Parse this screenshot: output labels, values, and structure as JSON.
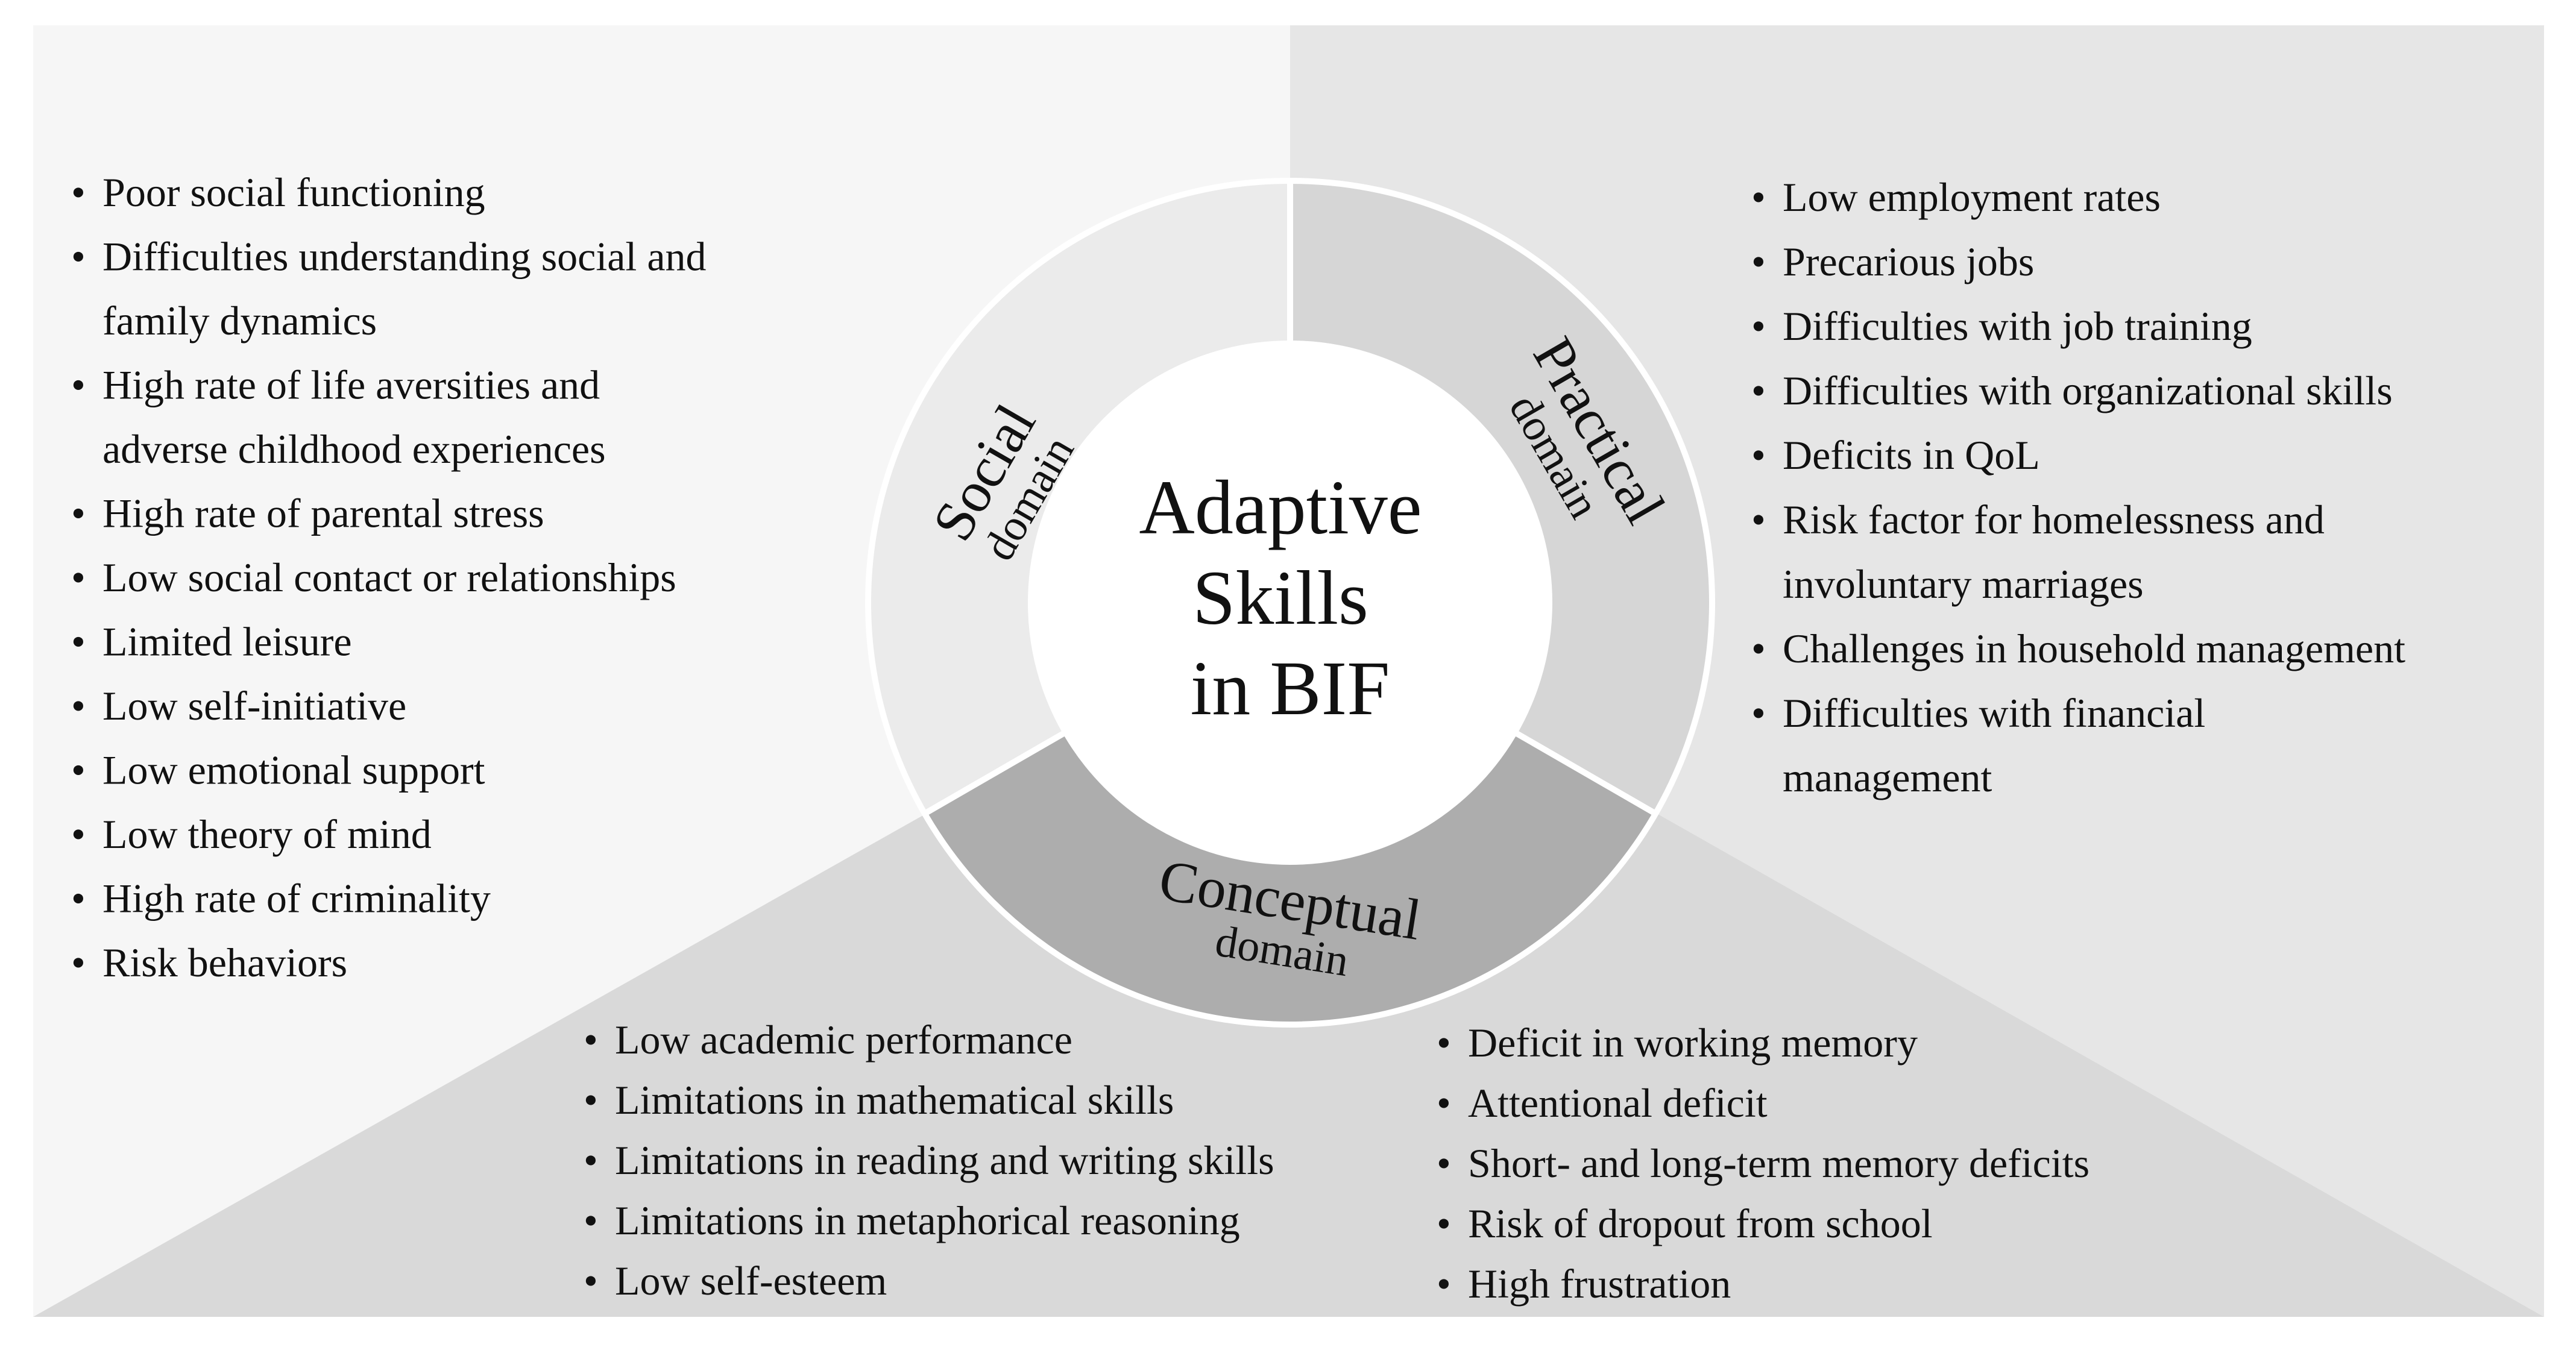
{
  "center": {
    "lines": [
      "Adaptive",
      "Skills",
      "in BIF"
    ]
  },
  "domains": {
    "social": {
      "title": "Social",
      "subtitle": "domain"
    },
    "practical": {
      "title": "Practical",
      "subtitle": "domain"
    },
    "conceptual": {
      "title": "Conceptual",
      "subtitle": "domain"
    }
  },
  "social_items": [
    [
      "Poor social functioning"
    ],
    [
      "Difficulties understanding social and",
      "family dynamics"
    ],
    [
      "High rate of life aversities and",
      "adverse childhood experiences"
    ],
    [
      "High rate of parental stress"
    ],
    [
      "Low social contact or relationships"
    ],
    [
      "Limited leisure"
    ],
    [
      "Low self-initiative"
    ],
    [
      "Low emotional support"
    ],
    [
      "Low theory of mind"
    ],
    [
      "High rate of criminality"
    ],
    [
      "Risk behaviors"
    ]
  ],
  "practical_items": [
    [
      "Low employment rates"
    ],
    [
      "Precarious jobs"
    ],
    [
      "Difficulties with job training"
    ],
    [
      "Difficulties with organizational skills"
    ],
    [
      "Deficits in QoL"
    ],
    [
      "Risk factor for homelessness and",
      "involuntary marriages"
    ],
    [
      "Challenges in household management"
    ],
    [
      "Difficulties with financial",
      "management"
    ]
  ],
  "conceptual_left_items": [
    [
      "Low academic performance"
    ],
    [
      "Limitations in mathematical skills"
    ],
    [
      "Limitations in reading and writing skills"
    ],
    [
      "Limitations in metaphorical reasoning"
    ],
    [
      "Low self-esteem"
    ]
  ],
  "conceptual_right_items": [
    [
      "Deficit in working memory"
    ],
    [
      "Attentional deficit"
    ],
    [
      "Short- and long-term memory deficits"
    ],
    [
      "Risk of dropout from school"
    ],
    [
      "High frustration"
    ]
  ],
  "colors": {
    "social_panel": "#f6f6f6",
    "practical_panel": "#e6e6e6",
    "conceptual_panel": "#d9d9d9",
    "ring_social": "#ebebeb",
    "ring_practical": "#d6d6d6",
    "ring_conceptual": "#adadad",
    "center": "#ffffff",
    "separator": "#ffffff",
    "text": "#111111"
  }
}
